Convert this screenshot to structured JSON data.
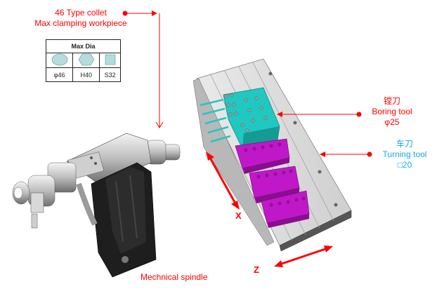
{
  "collet_callout": {
    "line1": "46 Type collet",
    "line2": "Max clamping workpiece"
  },
  "max_dia_table": {
    "header": "Max Dia",
    "shapes": [
      {
        "icon": "circle-icon",
        "value": "φ46"
      },
      {
        "icon": "hexagon-icon",
        "value": "H40"
      },
      {
        "icon": "square-icon",
        "value": "S32"
      }
    ]
  },
  "boring_tool": {
    "chinese": "镗刀",
    "label": "Boring tool",
    "size": "φ25"
  },
  "turning_tool": {
    "chinese": "车刀",
    "label": "Turning tool",
    "size": "□20"
  },
  "spindle_label": "Mechnical spindle",
  "axes": {
    "x": "X",
    "z": "Z"
  },
  "colors": {
    "annotation_red": "#ff0000",
    "turning_blue": "#1aa8e8",
    "boring_tool_cyan": "#1fc8c0",
    "turning_tool_magenta": "#c018c8",
    "shape_fill": "#b4dcdc",
    "machine_dark": "#1e1e1e",
    "machine_light": "#d8d8d8"
  }
}
